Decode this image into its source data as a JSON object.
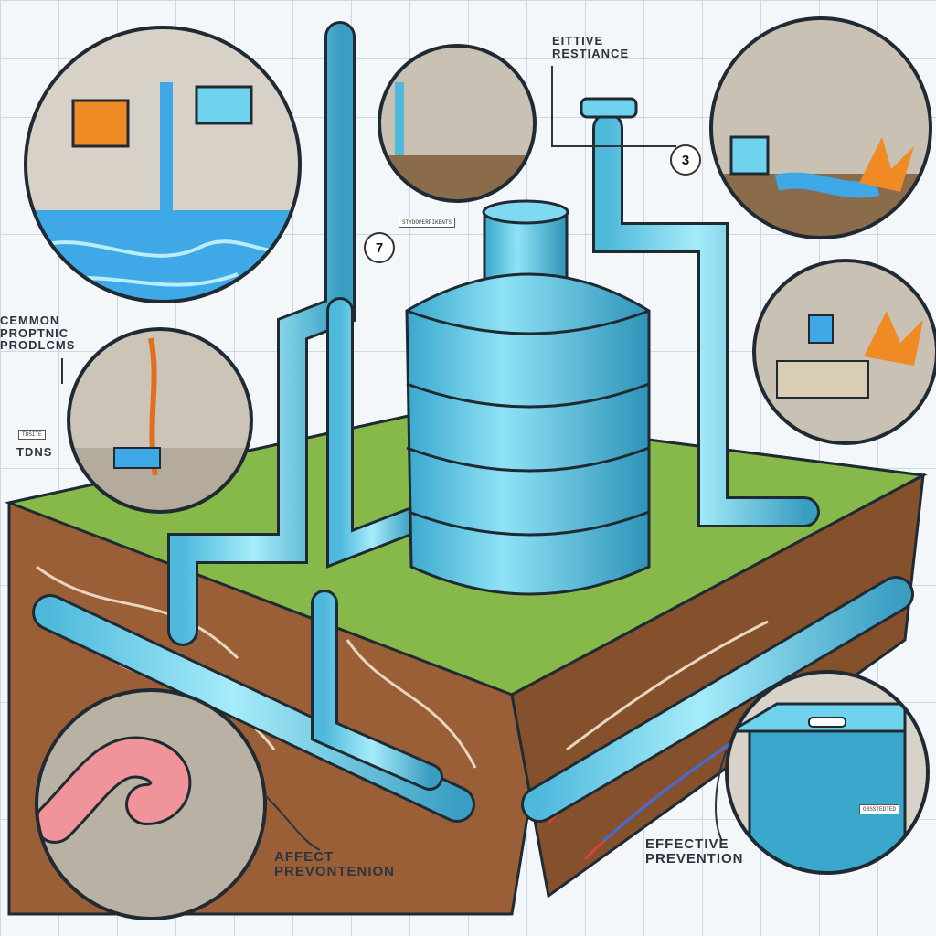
{
  "labels": {
    "effective_resistance": "EITTIVE\nRESTIANCE",
    "common_problems": "CEMMON\nPROPTNIC\nPRODLCMS",
    "tdns": "TDNS",
    "affect_prevention": "AFFECT\nPREVONTENION",
    "effective_prevention": "EFFECTIVE\nPREVENTION"
  },
  "badges": {
    "seven": "7",
    "three": "3"
  },
  "tags": {
    "tank_tag": "STYDOPERFIKENTS",
    "tdns_tag": "TDSITE",
    "bin_label": "OBSSTEDTED"
  },
  "colors": {
    "pipe": "#6fd3ee",
    "pipe_dark": "#2d8fb0",
    "grass": "#86b84a",
    "soil": "#9a5f36",
    "water": "#3fa9e8",
    "fire": "#f08a24",
    "outline": "#1f2a33"
  }
}
